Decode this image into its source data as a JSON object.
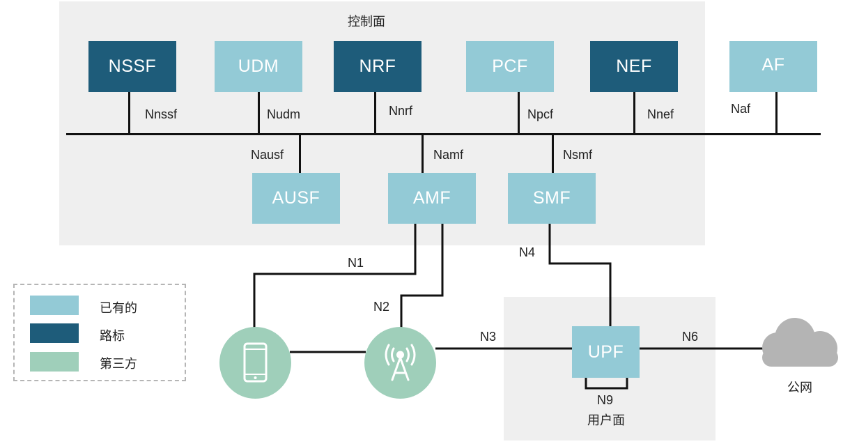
{
  "control_plane": {
    "title": "控制面"
  },
  "user_plane": {
    "title": "用户面"
  },
  "functions": {
    "nssf": "NSSF",
    "udm": "UDM",
    "nrf": "NRF",
    "pcf": "PCF",
    "nef": "NEF",
    "af": "AF",
    "ausf": "AUSF",
    "amf": "AMF",
    "smf": "SMF",
    "upf": "UPF"
  },
  "interfaces": {
    "nnssf": "Nnssf",
    "nudm": "Nudm",
    "nnrf": "Nnrf",
    "npcf": "Npcf",
    "nnef": "Nnef",
    "naf": "Naf",
    "nausf": "Nausf",
    "namf": "Namf",
    "nsmf": "Nsmf",
    "n1": "N1",
    "n2": "N2",
    "n3": "N3",
    "n4": "N4",
    "n6": "N6",
    "n9": "N9"
  },
  "external": {
    "public_network": "公网"
  },
  "legend": [
    {
      "label": "已有的",
      "color": "#93cad6"
    },
    {
      "label": "路标",
      "color": "#1e5c7a"
    },
    {
      "label": "第三方",
      "color": "#9fcfba"
    }
  ],
  "colors": {
    "existing": "#93cad6",
    "route": "#1e5c7a",
    "third_party": "#9fcfba",
    "cloud": "#b4b4b4"
  },
  "icons": {
    "ue": "mobile-phone-icon",
    "ran": "cell-tower-icon",
    "dn": "cloud-icon"
  }
}
